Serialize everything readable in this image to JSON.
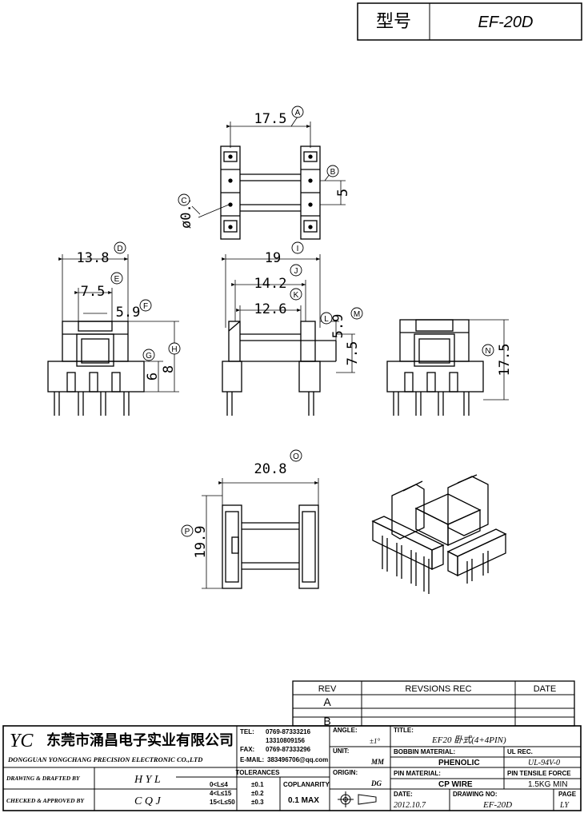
{
  "header": {
    "model_label": "型号",
    "model_value": "EF-20D"
  },
  "dimensions": {
    "top_width": "17.5",
    "pin_dia": "ø0.7",
    "pin_pitch_side": "5",
    "front_width": "13.8",
    "front_inner": "7.5",
    "front_slot": "5.9",
    "front_h1": "6",
    "front_h2": "8",
    "mid_width": "19",
    "mid_w2": "14.2",
    "mid_w3": "12.6",
    "mid_h1": "5.9",
    "mid_h2": "7.5",
    "right_h": "17.5",
    "bottom_width": "20.8",
    "bottom_height": "19.9"
  },
  "callouts": {
    "A": "A",
    "B": "B",
    "C": "C",
    "D": "D",
    "E": "E",
    "F": "F",
    "G": "G",
    "H": "H",
    "I": "I",
    "J": "J",
    "K": "K",
    "L": "L",
    "M": "M",
    "N": "N",
    "O": "O",
    "P": "P"
  },
  "revision_table": {
    "rev_header": "REV",
    "rec_header": "REVSIONS REC",
    "date_header": "DATE",
    "row_a": "A",
    "row_b": "B"
  },
  "title_block": {
    "logo": "YC",
    "company_cn": "东莞市涌昌电子实业有限公司",
    "company_en": "DONGGUAN YONGCHANG PRECISION ELECTRONIC CO.,LTD",
    "tel_label": "TEL:",
    "tel_value": "0769-87333216",
    "tel_value2": "13310809156",
    "fax_label": "FAX:",
    "fax_value": "0769-87333296",
    "email_label": "E-MAIL:",
    "email_value": "383496706@qq.com",
    "angle_label": "ANGLE:",
    "angle_value": "±1°",
    "unit_label": "UNIT:",
    "unit_value": "MM",
    "origin_label": "ORIGIN:",
    "origin_value": "DG",
    "title_label": "TITLE:",
    "title_value": "EF20 卧式(4+4PIN)",
    "bobbin_label": "BOBBIN MATERIAL:",
    "bobbin_value": "PHENOLIC",
    "ulrec_label": "UL REC.",
    "ulrec_value": "UL-94V-0",
    "pin_label": "PIN MATERIAL:",
    "pin_value": "CP WIRE",
    "tensile_label": "PIN TENSILE FORCE",
    "tensile_value": "1.5KG MIN",
    "date_label": "DATE:",
    "date_value": "2012.10.7",
    "drawing_label": "DRAWING NO:",
    "drawing_value": "EF-20D",
    "page_label": "PAGE",
    "page_value": "LY",
    "drawn_label": "DRAWING & DRAFTED BY",
    "drawn_value": "H Y L",
    "checked_label": "CHECKED & APPROVED BY",
    "checked_value": "C Q J",
    "tol_label": "TOLERANCES",
    "tol_r1": "0<L≤4",
    "tol_v1": "±0.1",
    "tol_r2": "4<L≤15",
    "tol_v2": "±0.2",
    "tol_r3": "15<L≤50",
    "tol_v3": "±0.3",
    "coplan_label": "COPLANARITY",
    "coplan_value": "0.1 MAX"
  }
}
